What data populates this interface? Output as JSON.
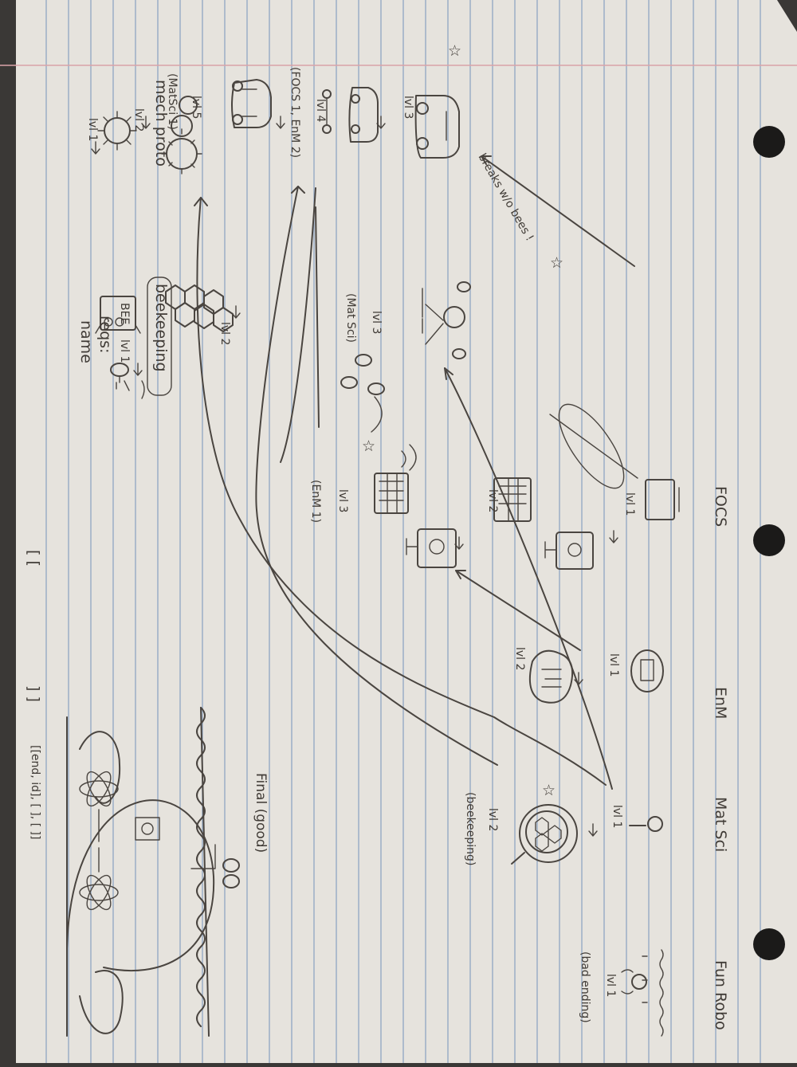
{
  "sheet": {
    "columns": [
      "mech proto",
      "beekeeping",
      "FOCS",
      "EnM",
      "Mat Sci",
      "Fun Robo"
    ],
    "mech": {
      "lvl1": "lvl 1",
      "lvl2": "lvl 2",
      "lvl3": "lvl 3",
      "lvl4": "lvl 4",
      "lvl4_req": "(FOCS 1, EnM 2)",
      "lvl5": "lvl 5",
      "lvl5_req": "(MatSci 1)",
      "note": "breaks w/o bees !"
    },
    "bee": {
      "lvl1": "lvl 1",
      "lvl2": "lvl 2",
      "lvl3": "lvl 3",
      "lvl3_req": "(Mat Sci)",
      "sign": "BEE"
    },
    "focs": {
      "lvl1": "lvl 1",
      "lvl2": "lvl 2",
      "lvl3": "lvl 3",
      "lvl3_req": "(EnM 1)"
    },
    "enm": {
      "lvl1": "lvl 1",
      "lvl2": "lvl 2"
    },
    "matsci": {
      "lvl1": "lvl 1",
      "lvl2": "lvl 2",
      "lvl2_req": "(beekeeping)"
    },
    "robo": {
      "lvl1": "lvl 1",
      "lvl1_note": "(bad ending)"
    },
    "final": "Final (good)",
    "reqs_title": "reqs:",
    "reqs_value": "name",
    "brackets_open": "[ [",
    "brackets_close": "] ]",
    "bottom_code": "[[end, id], [ ], [ ]]"
  }
}
